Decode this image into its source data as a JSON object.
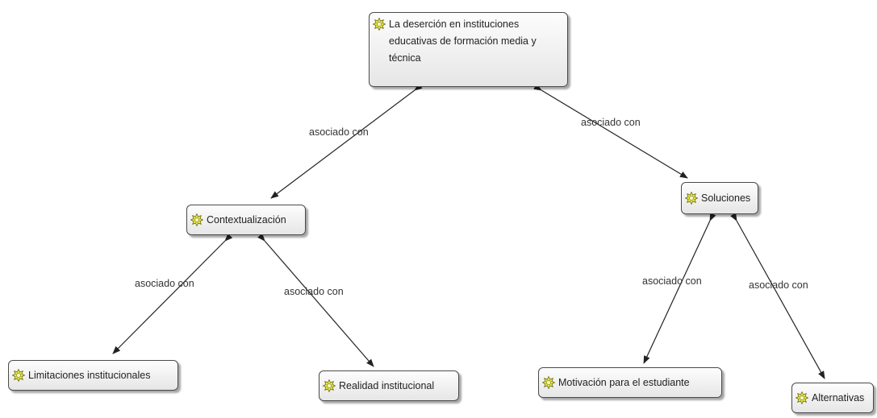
{
  "diagram": {
    "relation_label": "asociado con",
    "nodes": {
      "root": {
        "text": "La deserción en instituciones educativas de formación media y técnica",
        "icon": "concept-star-icon"
      },
      "contextualizacion": {
        "text": "Contextualización",
        "icon": "concept-star-icon"
      },
      "soluciones": {
        "text": "Soluciones",
        "icon": "concept-star-icon"
      },
      "limitaciones": {
        "text": "Limitaciones institucionales",
        "icon": "concept-star-icon"
      },
      "realidad": {
        "text": "Realidad institucional",
        "icon": "concept-star-icon"
      },
      "motivacion": {
        "text": "Motivación para el estudiante",
        "icon": "concept-star-icon"
      },
      "alternativas": {
        "text": "Alternativas",
        "icon": "concept-star-icon"
      }
    },
    "links": [
      {
        "from": "root",
        "to": "contextualizacion",
        "label": "asociado con"
      },
      {
        "from": "root",
        "to": "soluciones",
        "label": "asociado con"
      },
      {
        "from": "contextualizacion",
        "to": "limitaciones",
        "label": "asociado con"
      },
      {
        "from": "contextualizacion",
        "to": "realidad",
        "label": "asociado con"
      },
      {
        "from": "soluciones",
        "to": "motivacion",
        "label": "asociado con"
      },
      {
        "from": "soluciones",
        "to": "alternativas",
        "label": "asociado con"
      }
    ],
    "colors": {
      "node_border": "#4a4a4a",
      "icon_fill": "#e8e84a",
      "icon_stroke": "#6b6b10",
      "edge": "#222222"
    }
  }
}
